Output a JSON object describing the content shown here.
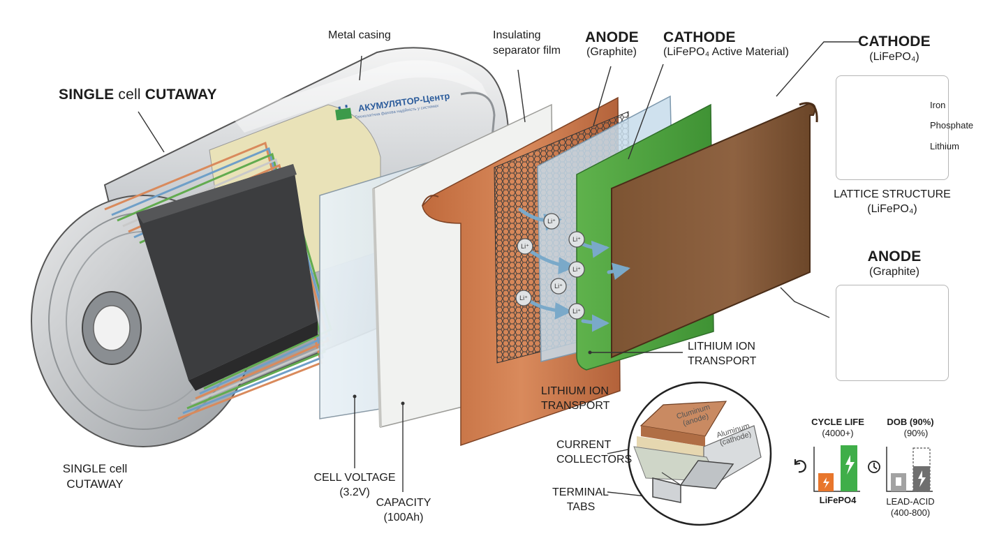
{
  "cell": {
    "title_strong1": "SINGLE",
    "title_thin": " cell ",
    "title_strong2": "CUTAWAY",
    "bottom_line1": "SINGLE cell",
    "bottom_line2": "CUTAWAY",
    "brand_name": "АКУМУЛЯТОР-Центр",
    "brand_tagline": "Технологічна фахова надійність у системах"
  },
  "layers": {
    "casing": "Metal casing",
    "separator_line1": "Insulating",
    "separator_line2": "separator film",
    "anode_title": "ANODE",
    "anode_sub": "(Graphite)",
    "cathode_title": "CATHODE",
    "cathode_sub": "(LiFePO₄ Active Material)"
  },
  "ions": [
    "Li⁺",
    "Li⁺",
    "Li⁺",
    "Li⁺",
    "Li⁺",
    "Li⁺",
    "Li⁺"
  ],
  "labels": {
    "transport_right_1": "LITHIUM ION",
    "transport_right_2": "TRANSPORT",
    "transport_left_1": "LITHIUM ION",
    "transport_left_2": "TRANSPORT",
    "voltage_1": "CELL VOLTAGE",
    "voltage_2": "(3.2V)",
    "capacity_1": "CAPACITY",
    "capacity_2": "(100Ah)",
    "collectors_1": "CURRENT",
    "collectors_2": "COLLECTORS",
    "tabs_1": "TERMINAL",
    "tabs_2": "TABS"
  },
  "inset": {
    "foil_top_1": "Cluminum",
    "foil_top_2": "(anode)",
    "foil_bottom_1": "Aluminum",
    "foil_bottom_2": "(cathode)"
  },
  "lattice": {
    "title": "CATHODE",
    "sub": "(LiFePO₄)",
    "legend": [
      {
        "label": "Iron",
        "color": "#4a4a4a"
      },
      {
        "label": "Phosphate",
        "color": "#e07a28"
      },
      {
        "label": "Lithium",
        "color": "#9a78c8"
      }
    ],
    "caption_1": "LATTICE STRUCTURE",
    "caption_2": "(LiFePO₄)"
  },
  "graphite": {
    "title": "ANODE",
    "sub": "(Graphite)"
  },
  "comparison": {
    "cycle_title": "CYCLE LIFE",
    "cycle_value": "(4000+)",
    "cycle_label": "LiFePO4",
    "dod_title": "DOB (90%)",
    "dod_value": "(90%)",
    "dod_label_1": "LEAD-ACID",
    "dod_label_2": "(400-800)",
    "colors": {
      "orange": "#e8762c",
      "green": "#3fae49",
      "grey": "#7d7d7d"
    }
  }
}
